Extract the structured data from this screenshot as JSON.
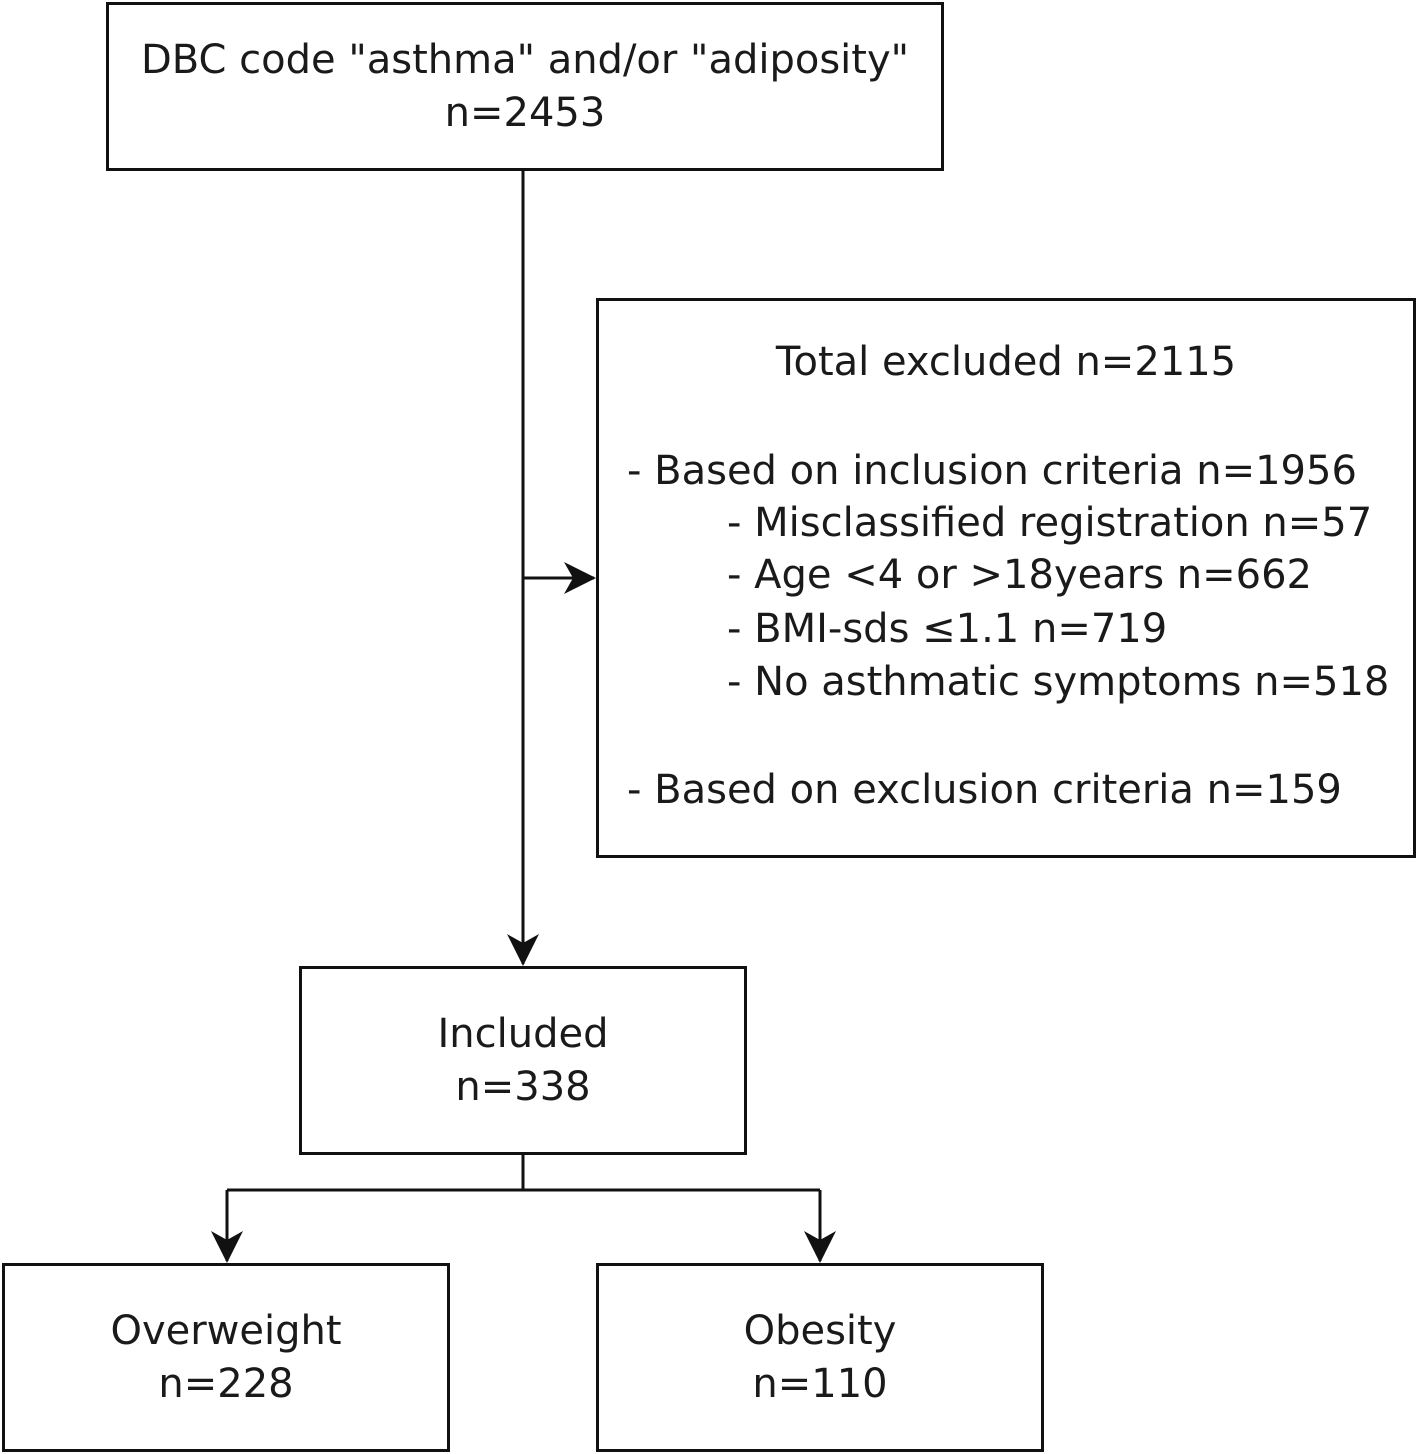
{
  "top_box": {
    "line1": "DBC code \"asthma\" and/or \"adiposity\"",
    "line2": "n=2453"
  },
  "excluded_box": {
    "title": "Total excluded n=2115",
    "inclusion": "- Based on inclusion criteria n=1956",
    "inclusion_items": [
      "- Misclassified registration n=57",
      "- Age <4 or >18years n=662",
      "- BMI-sds ≤1.1 n=719",
      "- No asthmatic symptoms n=518"
    ],
    "exclusion": "- Based on exclusion criteria n=159"
  },
  "included_box": {
    "line1": "Included",
    "line2": "n=338"
  },
  "overweight_box": {
    "line1": "Overweight",
    "line2": "n=228"
  },
  "obesity_box": {
    "line1": "Obesity",
    "line2": "n=110"
  }
}
